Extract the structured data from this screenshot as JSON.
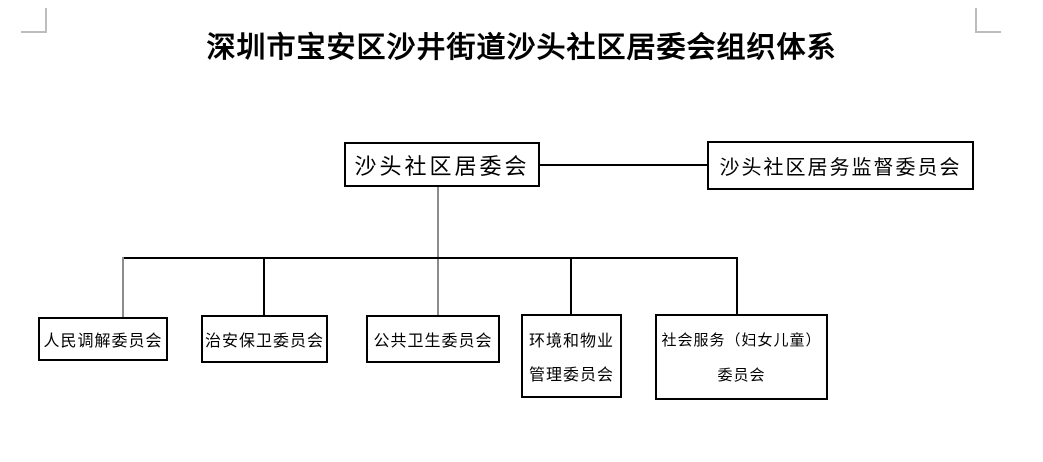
{
  "title": "深圳市宝安区沙井街道沙头社区居委会组织体系",
  "org_chart": {
    "type": "org-tree",
    "root": {
      "label": "沙头社区居委会"
    },
    "supervision": {
      "label": "沙头社区居务监督委员会"
    },
    "departments": [
      {
        "lines": [
          "人民调解委员会"
        ]
      },
      {
        "lines": [
          "治安保卫委员会"
        ]
      },
      {
        "lines": [
          "公共卫生委员会"
        ]
      },
      {
        "lines": [
          "环境和物业",
          "管理委员会"
        ]
      },
      {
        "lines": [
          "社会服务（妇女儿童）",
          "委员会"
        ]
      }
    ]
  },
  "colors": {
    "background": "#ffffff",
    "text": "#000000",
    "box_border": "#000000",
    "connector": "#000000",
    "connector_light": "#8c8c8c",
    "corner_mark": "#bdbdbd"
  }
}
